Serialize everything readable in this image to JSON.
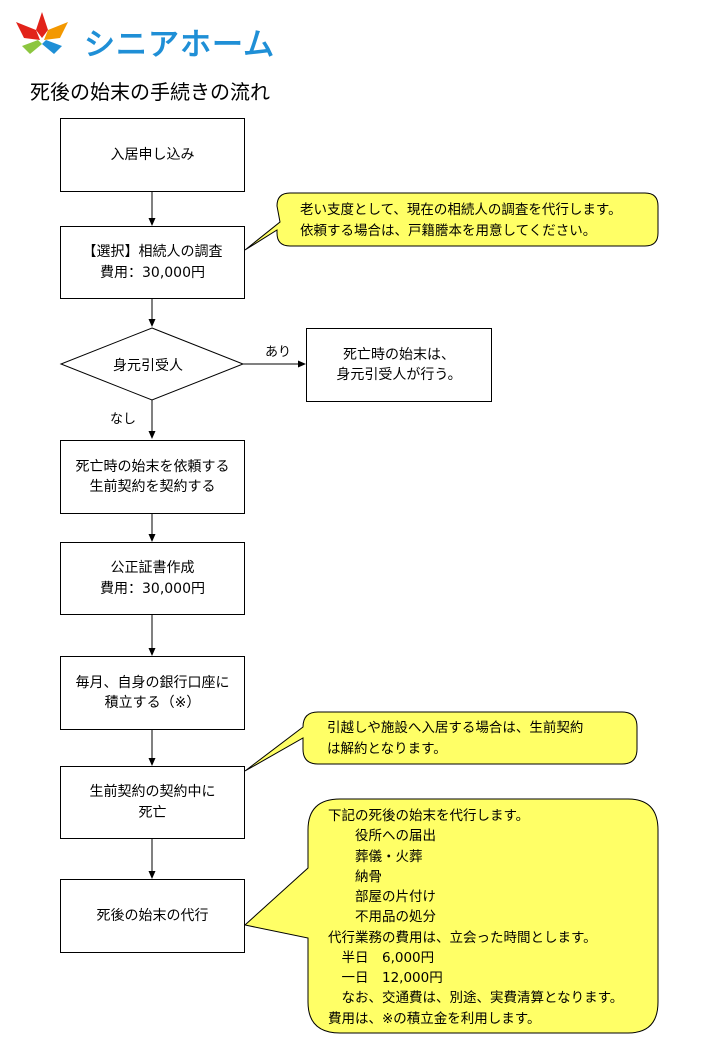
{
  "colors": {
    "brand": "#1f8fd6",
    "callout_fill": "#ffff66",
    "box_border": "#000000",
    "logo_red": "#e2231a",
    "logo_orange": "#f39800",
    "logo_green": "#8cc63f",
    "logo_blue": "#1f8fd6"
  },
  "header": {
    "logo_text": "シニアホーム",
    "page_title": "死後の始末の手続きの流れ"
  },
  "flow": {
    "step1": "入居申し込み",
    "step2_line1": "【選択】相続人の調査",
    "step2_line2": "費用：30,000円",
    "decision": "身元引受人",
    "branch_yes": "あり",
    "branch_no": "なし",
    "yes_line1": "死亡時の始末は、",
    "yes_line2": "身元引受人が行う。",
    "step3_line1": "死亡時の始末を依頼する",
    "step3_line2": "生前契約を契約する",
    "step4_line1": "公正証書作成",
    "step4_line2": "費用：30,000円",
    "step5_line1": "毎月、自身の銀行口座に",
    "step5_line2": "積立する（※）",
    "step6_line1": "生前契約の契約中に",
    "step6_line2": "死亡",
    "step7": "死後の始末の代行"
  },
  "callouts": {
    "c1": [
      "老い支度として、現在の相続人の調査を代行します。",
      "依頼する場合は、戸籍謄本を用意してください。"
    ],
    "c2": [
      "引越しや施設へ入居する場合は、生前契約",
      "は解約となります。"
    ],
    "c3": [
      "下記の死後の始末を代行します。",
      "　　役所への届出",
      "　　葬儀・火葬",
      "　　納骨",
      "　　部屋の片付け",
      "　　不用品の処分",
      "代行業務の費用は、立会った時間とします。",
      "　半日　6,000円",
      "　一日　12,000円",
      "　なお、交通費は、別途、実費清算となります。",
      "費用は、※の積立金を利用します。"
    ]
  }
}
